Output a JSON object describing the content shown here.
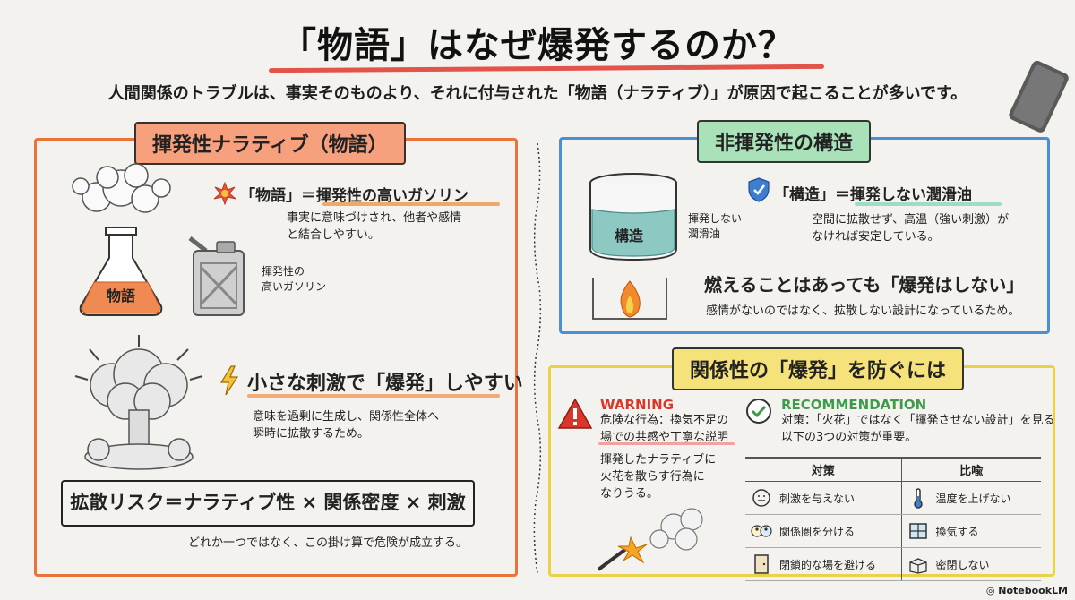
{
  "title": "「物語」はなぜ爆発するのか？",
  "subtitle": "人間関係のトラブルは、事実そのものより、それに付与された「物語（ナラティブ）」が原因で起こることが多いです。",
  "left": {
    "panel_title": "揮発性ナラティブ（物語）",
    "flask_label": "物語",
    "can_label": "揮発性の\n高いガソリン",
    "point1_heading": "「物語」＝揮発性の高いガソリン",
    "point1_text": "事実に意味づけされ、他者や感情\nと結合しやすい。",
    "point2_heading": "小さな刺激で「爆発」しやすい",
    "point2_text": "意味を過剰に生成し、関係性全体へ\n瞬時に拡散するため。",
    "formula": "拡散リスク＝ナラティブ性 × 関係密度 × 刺激",
    "formula_note": "どれか一つではなく、この掛け算で危険が成立する。"
  },
  "right_top": {
    "panel_title": "非揮発性の構造",
    "jar_label": "構造",
    "jar_caption": "揮発しない\n潤滑油",
    "point1_heading": "「構造」＝揮発しない潤滑油",
    "point1_text": "空間に拡散せず、高温（強い刺激）が\nなければ安定している。",
    "point2_heading": "燃えることはあっても「爆発はしない」",
    "point2_text": "感情がないのではなく、拡散しない設計になっているため。"
  },
  "right_bottom": {
    "panel_title": "関係性の「爆発」を防ぐには",
    "warning_label": "WARNING",
    "warning_text": "危険な行為：換気不足の\n場での共感や丁寧な説明",
    "warning_text2": "揮発したナラティブに\n火花を散らす行為に\nなりうる。",
    "rec_label": "RECOMMENDATION",
    "rec_text": "対策：「火花」ではなく「揮発させない設計」を見る\n以下の3つの対策が重要。",
    "table_headers": [
      "対策",
      "比喩"
    ],
    "table_rows": [
      {
        "measure": "刺激を与えない",
        "measure_icon": "calm-face-icon",
        "metaphor": "温度を上げない",
        "metaphor_icon": "thermometer-icon"
      },
      {
        "measure": "関係圏を分ける",
        "measure_icon": "people-circles-icon",
        "metaphor": "換気する",
        "metaphor_icon": "window-icon"
      },
      {
        "measure": "閉鎖的な場を避ける",
        "measure_icon": "door-icon",
        "metaphor": "密閉しない",
        "metaphor_icon": "open-box-icon"
      }
    ]
  },
  "brand": "NotebookLM",
  "colors": {
    "orange": "#e8743b",
    "blue": "#4a8fd3",
    "yellow": "#e8d24a",
    "red": "#d9372b",
    "green": "#3f9a4e"
  }
}
